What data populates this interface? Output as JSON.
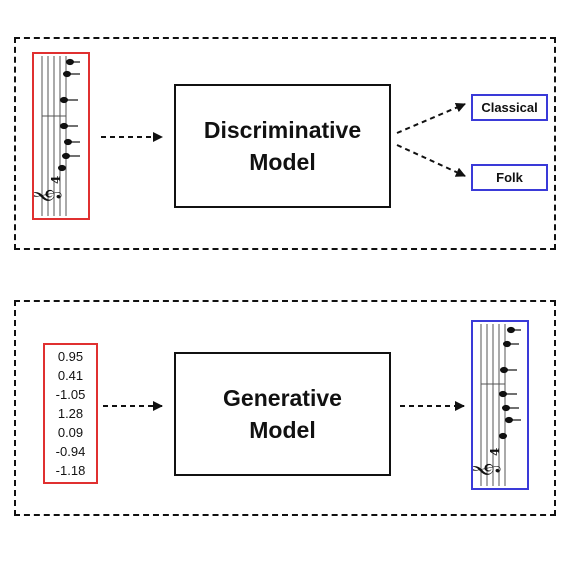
{
  "top_panel": {
    "model_line1": "Discriminative",
    "model_line2": "Model",
    "outputs": [
      "Classical",
      "Folk"
    ]
  },
  "bottom_panel": {
    "model_line1": "Generative",
    "model_line2": "Model",
    "latent_vector": [
      "0.95",
      "0.41",
      "-1.05",
      "1.28",
      "0.09",
      "-0.94",
      "-1.18"
    ]
  },
  "colors": {
    "input_border": "#e03030",
    "output_border": "#3a3ad8",
    "lines": "#111111"
  },
  "icons": [
    "sheet-music-icon",
    "treble-clef-icon",
    "arrow-icon"
  ]
}
